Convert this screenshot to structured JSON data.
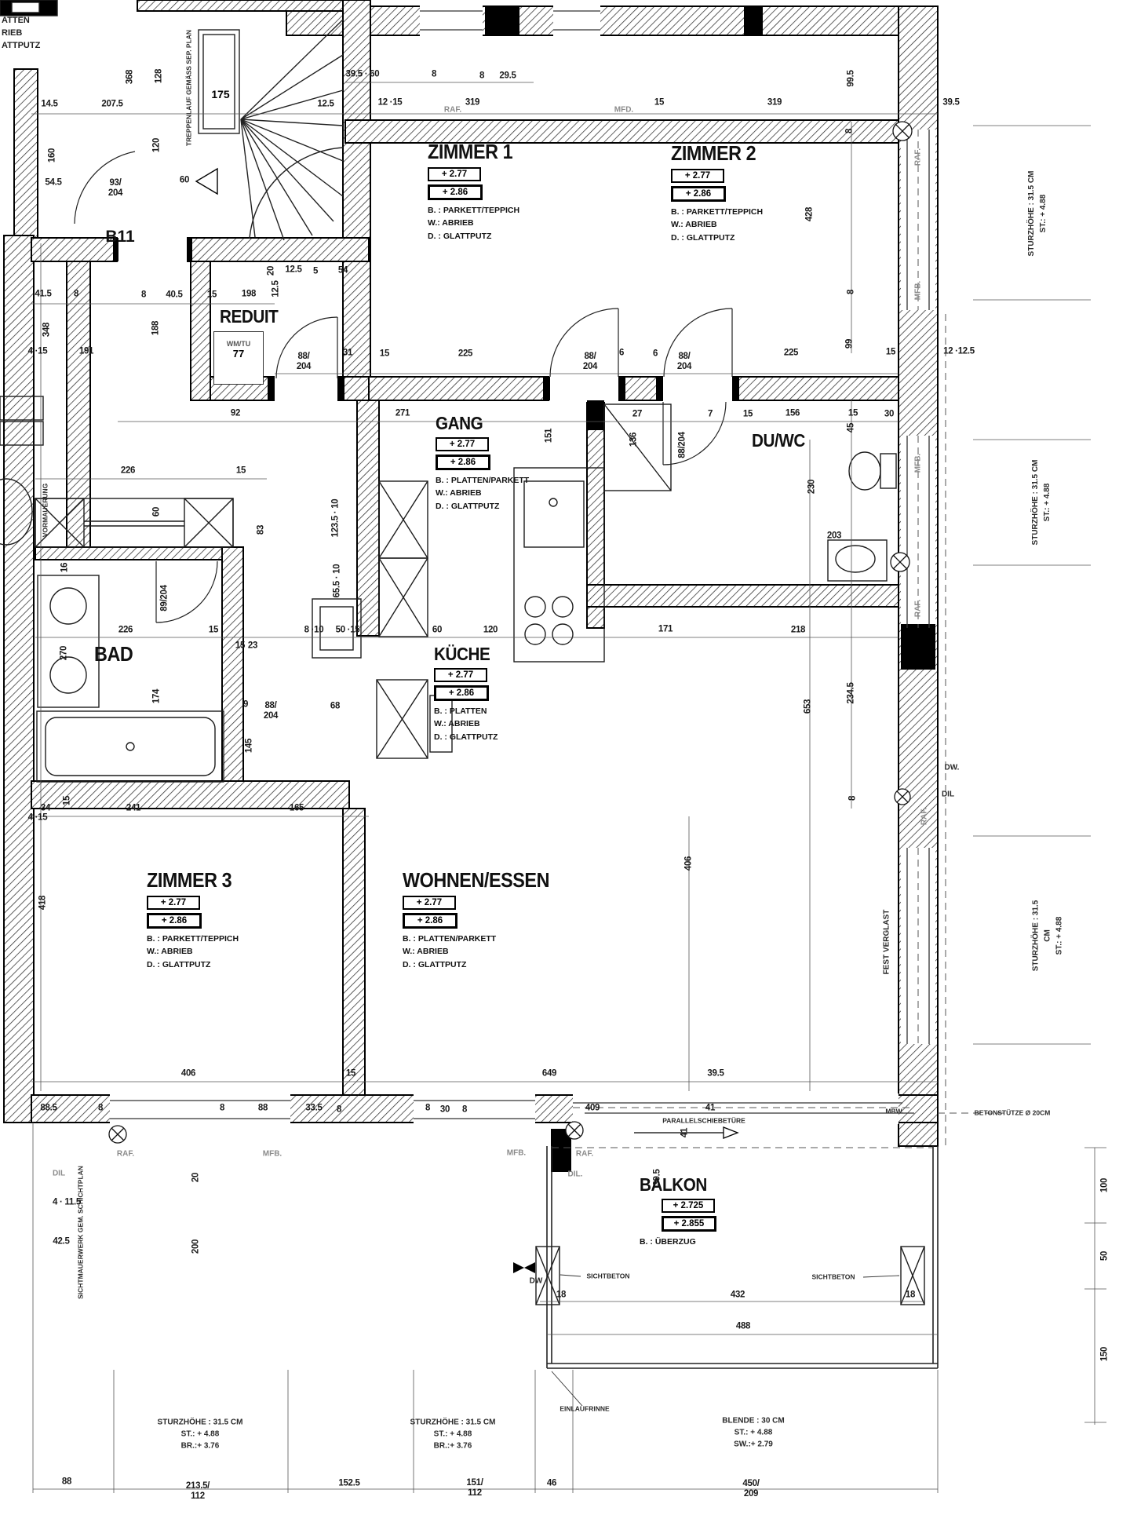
{
  "rooms": {
    "zimmer1": {
      "name": "ZIMMER 1",
      "elev1": "+ 2.77",
      "elev2": "+ 2.86",
      "mat1": "B. : PARKETT/TEPPICH",
      "mat2": "W.: ABRIEB",
      "mat3": "D. : GLATTPUTZ"
    },
    "zimmer2": {
      "name": "ZIMMER 2",
      "elev1": "+ 2.77",
      "elev2": "+ 2.86",
      "mat1": "B. : PARKETT/TEPPICH",
      "mat2": "W.: ABRIEB",
      "mat3": "D. : GLATTPUTZ"
    },
    "zimmer3": {
      "name": "ZIMMER 3",
      "elev1": "+ 2.77",
      "elev2": "+ 2.86",
      "mat1": "B. : PARKETT/TEPPICH",
      "mat2": "W.: ABRIEB",
      "mat3": "D. : GLATTPUTZ"
    },
    "wohnen": {
      "name": "WOHNEN/ESSEN",
      "elev1": "+ 2.77",
      "elev2": "+ 2.86",
      "mat1": "B. : PLATTEN/PARKETT",
      "mat2": "W.: ABRIEB",
      "mat3": "D. : GLATTPUTZ"
    },
    "gang": {
      "name": "GANG",
      "elev1": "+ 2.77",
      "elev2": "+ 2.86",
      "mat1": "B. : PLATTEN/PARKETT",
      "mat2": "W.: ABRIEB",
      "mat3": "D. : GLATTPUTZ"
    },
    "kueche": {
      "name": "KÜCHE",
      "elev1": "+ 2.77",
      "elev2": "+ 2.86",
      "mat1": "B. : PLATTEN",
      "mat2": "W.: ABRIEB",
      "mat3": "D. : GLATTPUTZ"
    },
    "bad": {
      "name": "BAD"
    },
    "duwc": {
      "name": "DU/WC"
    },
    "reduit": {
      "name": "REDUIT",
      "appliance": "WM/TU",
      "appliance_size": "77"
    },
    "balkon": {
      "name": "BALKON",
      "elev1": "+ 2.725",
      "elev2": "+ 2.855",
      "mat1": "B. : ÜBERZUG"
    }
  },
  "stair": {
    "size": "175",
    "note": "TREPPENLAUF GEMÄSS SEP. PLAN",
    "door_label": "B11"
  },
  "fragments": [
    "ATTEN",
    "RIEB",
    "ATTPUTZ"
  ],
  "ann": [
    "RAF.",
    "MFD.",
    "RAF.",
    "MFB.",
    "MFB.",
    "RAF.",
    "DW.",
    "DIL",
    "RAF.",
    "FEST VERGLAST",
    "STURZHÖHE : 31.5 CM\nST.: + 4.88",
    "STURZHÖHE : 31.5 CM\nST.: + 4.88",
    "STURZHÖHE : 31.5 CM\nST.: + 4.88",
    "SICHTMAUERWERK GEM. SCHICHTPLAN",
    "VORMAUERUNG",
    "RAF.",
    "MFB.",
    "MFB.",
    "RAF.",
    "DIL.",
    "DIL",
    "PARALLELSCHIEBETÜRE",
    "MBW.",
    "BETONSTÜTZE Ø 20CM",
    "DW",
    "SICHTBETON",
    "SICHTBETON",
    "EINLAUFRINNE",
    "BLENDE : 30 CM\nST.: + 4.88\nSW.:+ 2.79",
    "STURZHÖHE : 31.5 CM\nST.: + 4.88\nBR.:+ 3.76",
    "STURZHÖHE : 31.5 CM\nST.: + 4.88\nBR.:+ 3.76"
  ],
  "dims": [
    "14.5",
    "207.5",
    "12.5",
    "12 ·15",
    "319",
    "15",
    "319",
    "39.5",
    "368",
    "128",
    "120",
    "160",
    "54.5",
    "93/\n204",
    "60",
    "39.5 · 60",
    "8",
    "8",
    "29.5",
    "99.5",
    "8",
    "428",
    "8",
    "99",
    "15",
    "12 ·12.5",
    "41.5",
    "8",
    "8",
    "40.5",
    "15",
    "198",
    "12.5",
    "20",
    "12.5",
    "5",
    "54",
    "188",
    "4 ·15",
    "191",
    "348",
    "88/\n204",
    "31",
    "15",
    "225",
    "88/\n204",
    "6",
    "6",
    "88/\n204",
    "225",
    "92",
    "271",
    "27",
    "7",
    "15",
    "156",
    "15",
    "30",
    "88/204",
    "151",
    "136",
    "230",
    "203",
    "45",
    "226",
    "15",
    "60",
    "83",
    "123.5 · 10",
    "65.5 · 10",
    "16",
    "89/204",
    "270",
    "226",
    "15",
    "15",
    "23",
    "174",
    "9",
    "88/\n204",
    "68",
    "145",
    "8 ·10",
    "50 ·15",
    "60",
    "120",
    "171",
    "218",
    "234.5",
    "653",
    "406",
    "8",
    "34",
    "15",
    "241",
    "165",
    "418",
    "4 ·15",
    "406",
    "15",
    "649",
    "39.5",
    "88.5",
    "8",
    "8",
    "88",
    "33.5",
    "8",
    "8",
    "30",
    "8",
    "409",
    "41",
    "41",
    "39.5",
    "20",
    "200",
    "4 · 11.5",
    "42.5",
    "18",
    "432",
    "18",
    "488",
    "100",
    "50",
    "150",
    "88",
    "213.5/\n112",
    "152.5",
    "151/\n112",
    "46",
    "450/\n209"
  ]
}
